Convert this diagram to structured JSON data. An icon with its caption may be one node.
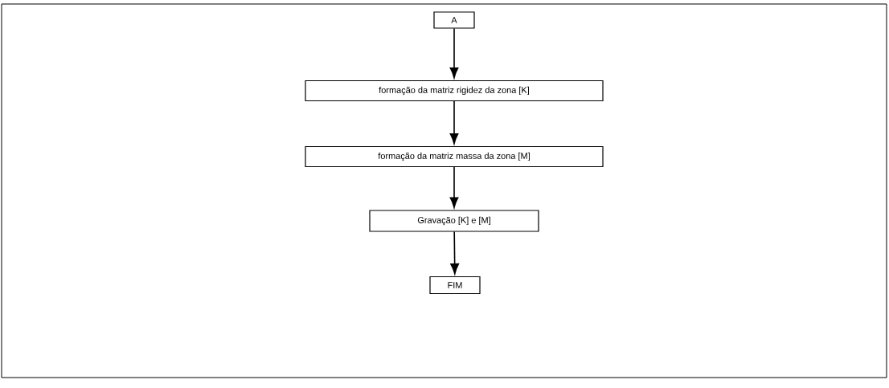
{
  "diagram": {
    "nodes": [
      {
        "text": [
          "A"
        ]
      },
      {
        "text": [
          "formação da matriz rigidez da zona [K]"
        ]
      },
      {
        "text": [
          "formação da matriz massa da zona [M]"
        ]
      },
      {
        "text": [
          "Gravação [K] e [M]"
        ]
      },
      {
        "text": [
          "FIM"
        ]
      }
    ],
    "edges": [
      {
        "from": 0,
        "to": 1,
        "arrow": "to"
      },
      {
        "from": 1,
        "to": 2,
        "arrow": "to"
      },
      {
        "from": 2,
        "to": 3,
        "arrow": "to"
      },
      {
        "from": 3,
        "to": 4,
        "arrow": "to"
      }
    ]
  }
}
